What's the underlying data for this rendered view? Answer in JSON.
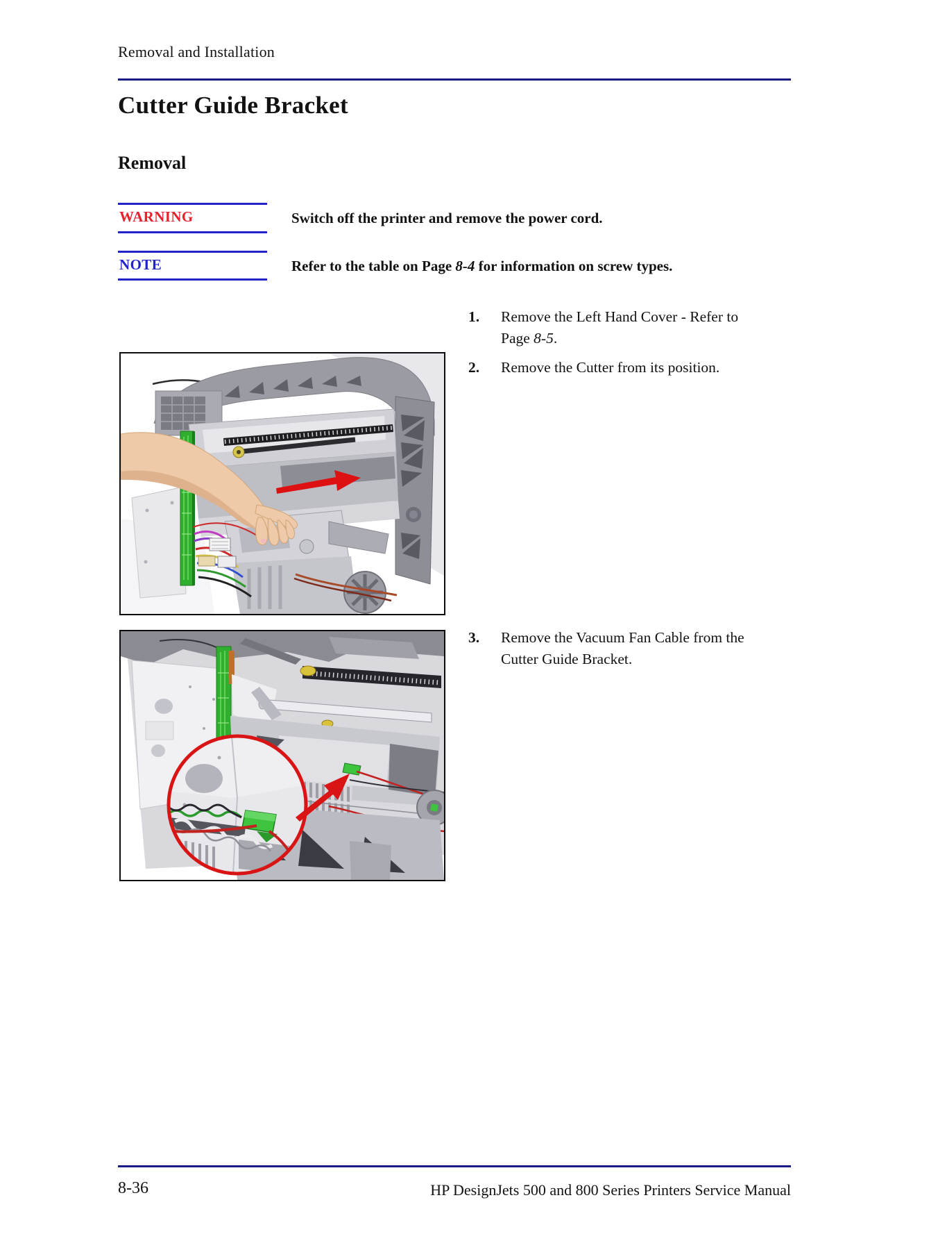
{
  "header": {
    "running_title": "Removal and Installation"
  },
  "page_title": "Cutter Guide Bracket",
  "section_heading": "Removal",
  "admonitions": {
    "warning": {
      "label": "WARNING",
      "text": "Switch off the printer and remove the power cord."
    },
    "note": {
      "label": "NOTE",
      "pre": "Refer to the table on Page ",
      "ref": "8-4",
      "post": " for information on screw types."
    }
  },
  "steps": [
    {
      "number": "1.",
      "pre": "Remove the Left Hand Cover - Refer to Page ",
      "ref": "8-5",
      "post": "."
    },
    {
      "number": "2.",
      "pre": "Remove the Cutter from its position.",
      "ref": "",
      "post": ""
    },
    {
      "number": "3.",
      "pre": "Remove the Vacuum Fan Cable from the Cutter Guide Bracket.",
      "ref": "",
      "post": ""
    }
  ],
  "footer": {
    "page_number": "8-36",
    "manual_title": "HP DesignJets 500 and 800 Series Printers Service Manual"
  },
  "colors": {
    "rule_navy": "#1a1a85",
    "admonition_blue": "#2222cc",
    "warning_red": "#e8212e",
    "arrow_red": "#dd1111",
    "callout_red": "#d81414",
    "pcb_green": "#2fae2f"
  }
}
